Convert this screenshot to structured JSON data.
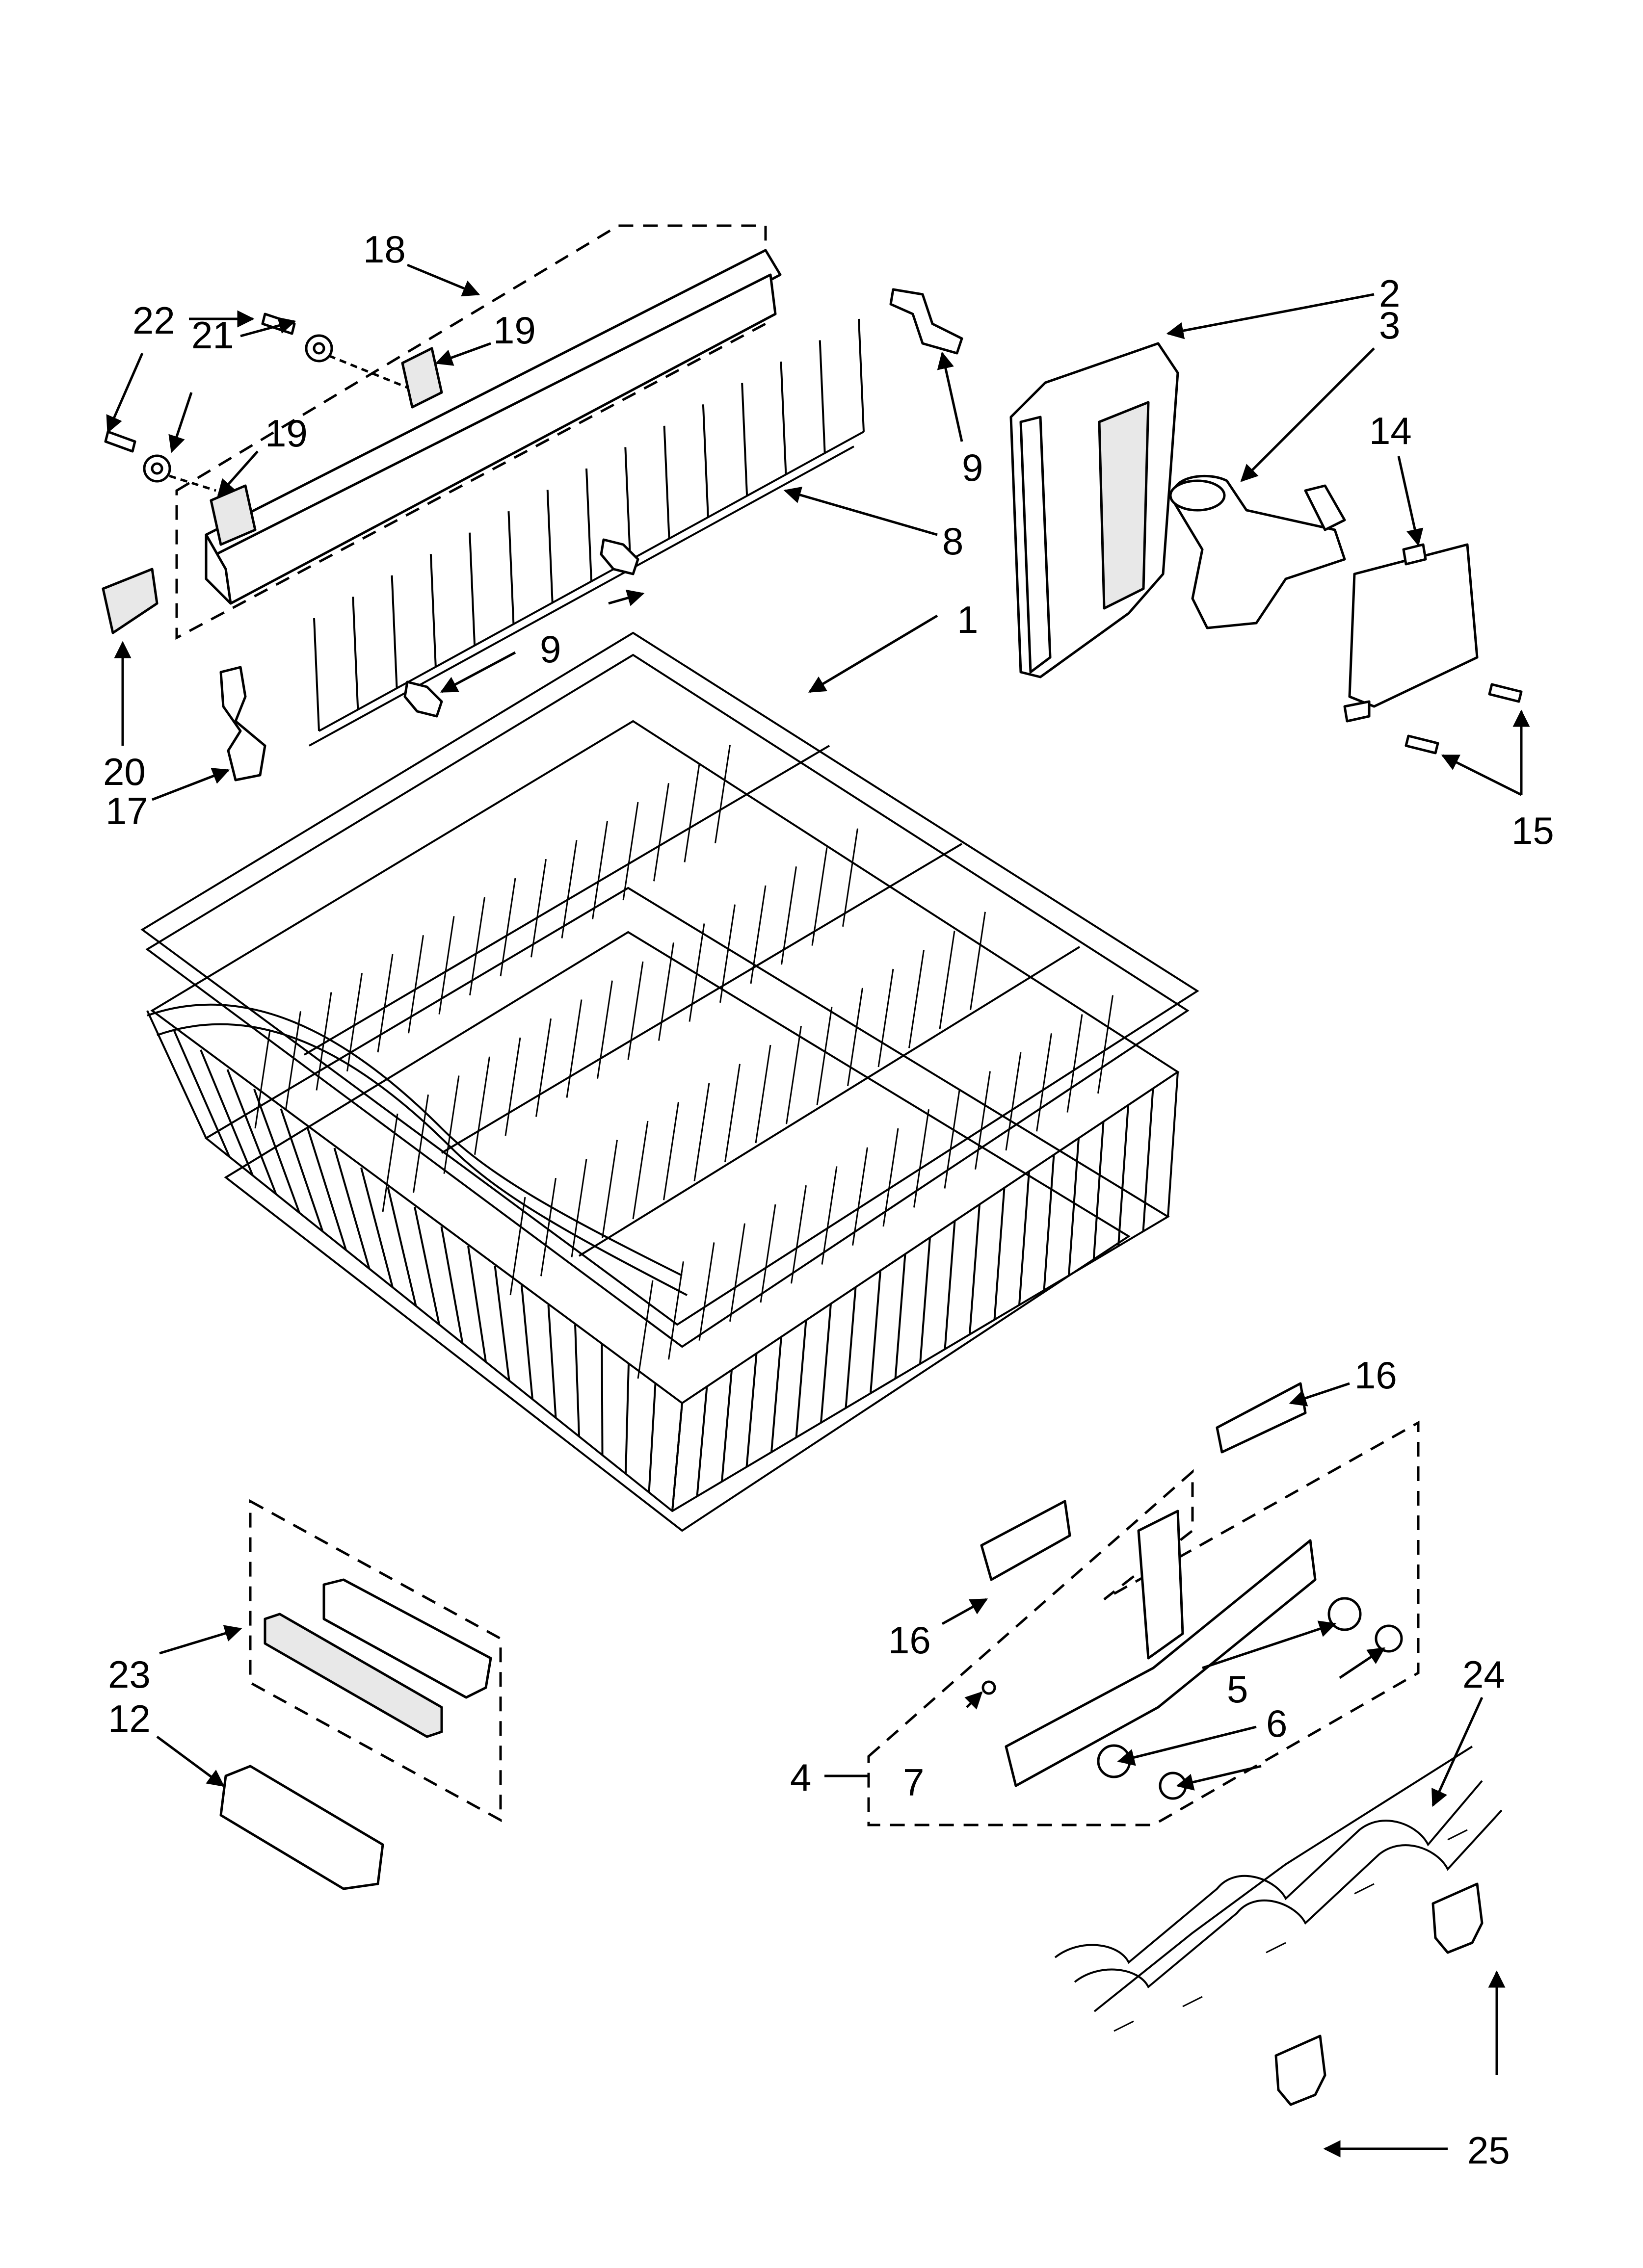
{
  "diagram": {
    "labels": {
      "l1": "1",
      "l2": "2",
      "l3": "3",
      "l4": "4",
      "l5": "5",
      "l6": "6",
      "l7": "7",
      "l8": "8",
      "l9a": "9",
      "l9b": "9",
      "l12": "12",
      "l14": "14",
      "l15": "15",
      "l16a": "16",
      "l16b": "16",
      "l17": "17",
      "l18": "18",
      "l19a": "19",
      "l19b": "19",
      "l20": "20",
      "l21": "21",
      "l22": "22",
      "l23": "23",
      "l24": "24",
      "l25": "25"
    },
    "colors": {
      "line": "#000000",
      "background": "#ffffff",
      "shade": "#e8e8e8"
    }
  }
}
